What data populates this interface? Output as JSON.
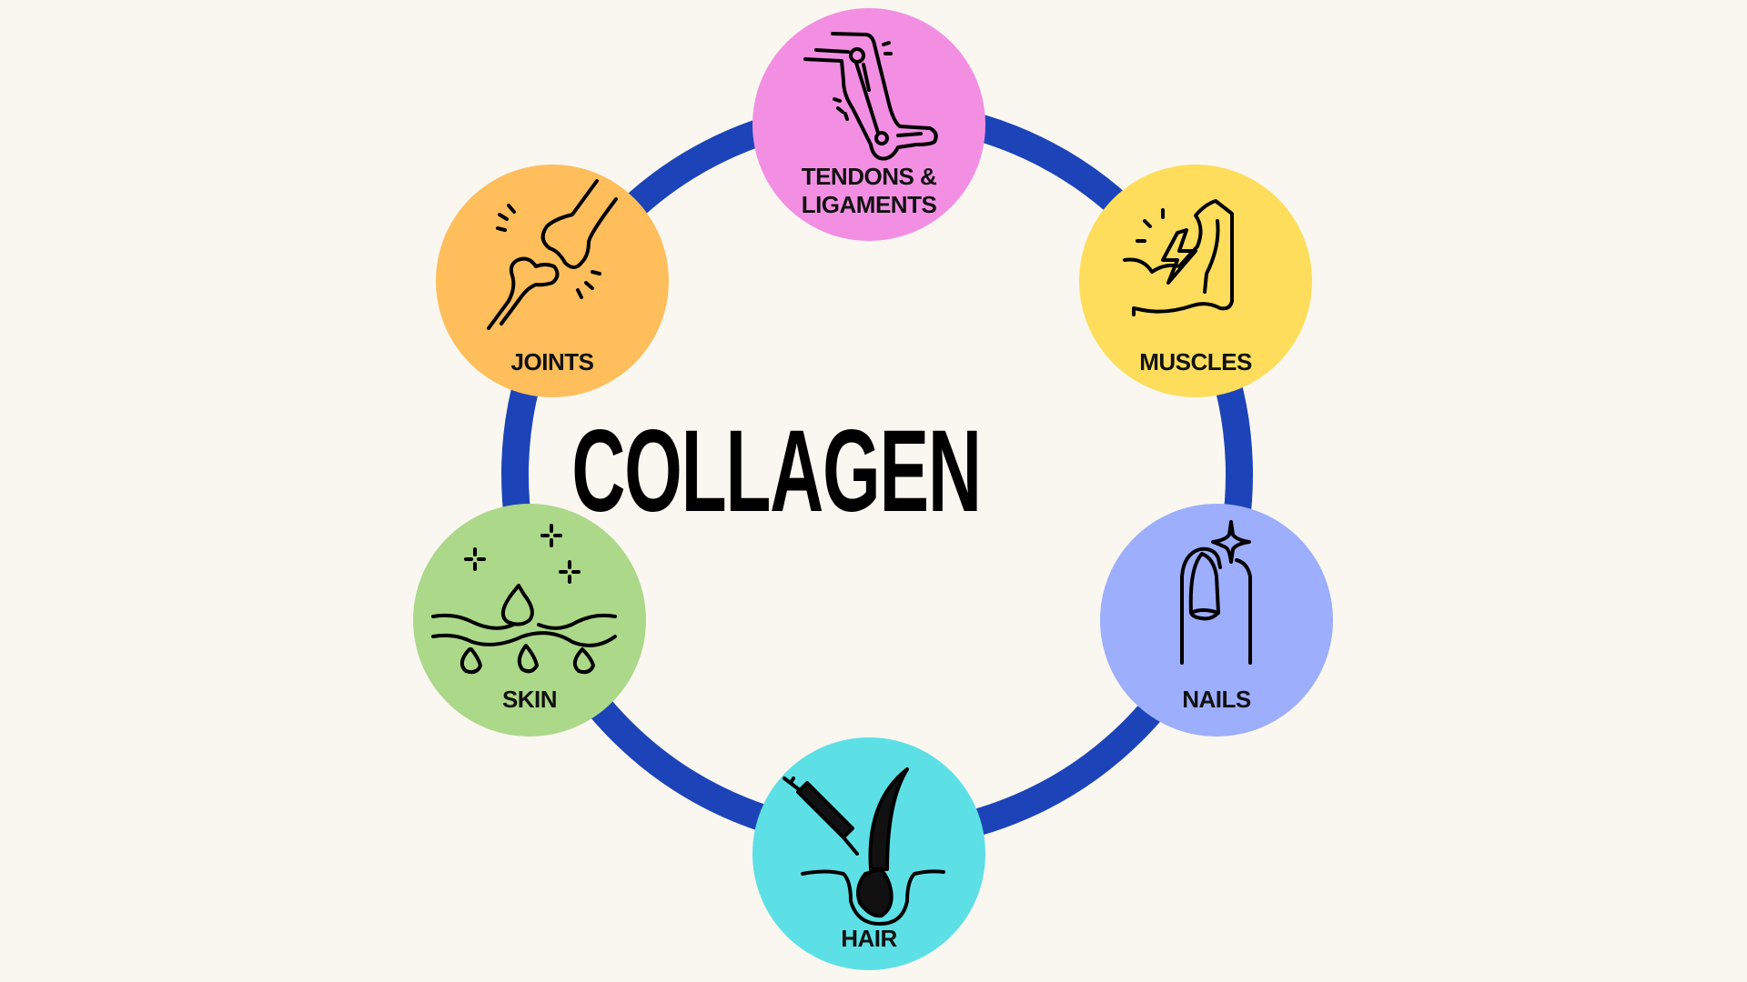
{
  "title": "COLLAGEN",
  "colors": {
    "background": "#faf7f0",
    "ring": "#1c44b8",
    "tendons": "#f28fe3",
    "muscles": "#ffdd5c",
    "nails": "#9daefc",
    "hair": "#5ce0e6",
    "skin": "#acd88a",
    "joints": "#ffbe5c"
  },
  "nodes": {
    "tendons": {
      "line1": "TENDONS &",
      "line2": "LIGAMENTS",
      "icon": "leg-icon"
    },
    "muscles": {
      "label": "MUSCLES",
      "icon": "flexed-arm-icon"
    },
    "nails": {
      "label": "NAILS",
      "icon": "fingernail-icon"
    },
    "hair": {
      "label": "HAIR",
      "icon": "hair-follicle-icon"
    },
    "skin": {
      "label": "SKIN",
      "icon": "skin-layers-icon"
    },
    "joints": {
      "label": "JOINTS",
      "icon": "bone-joint-icon"
    }
  }
}
